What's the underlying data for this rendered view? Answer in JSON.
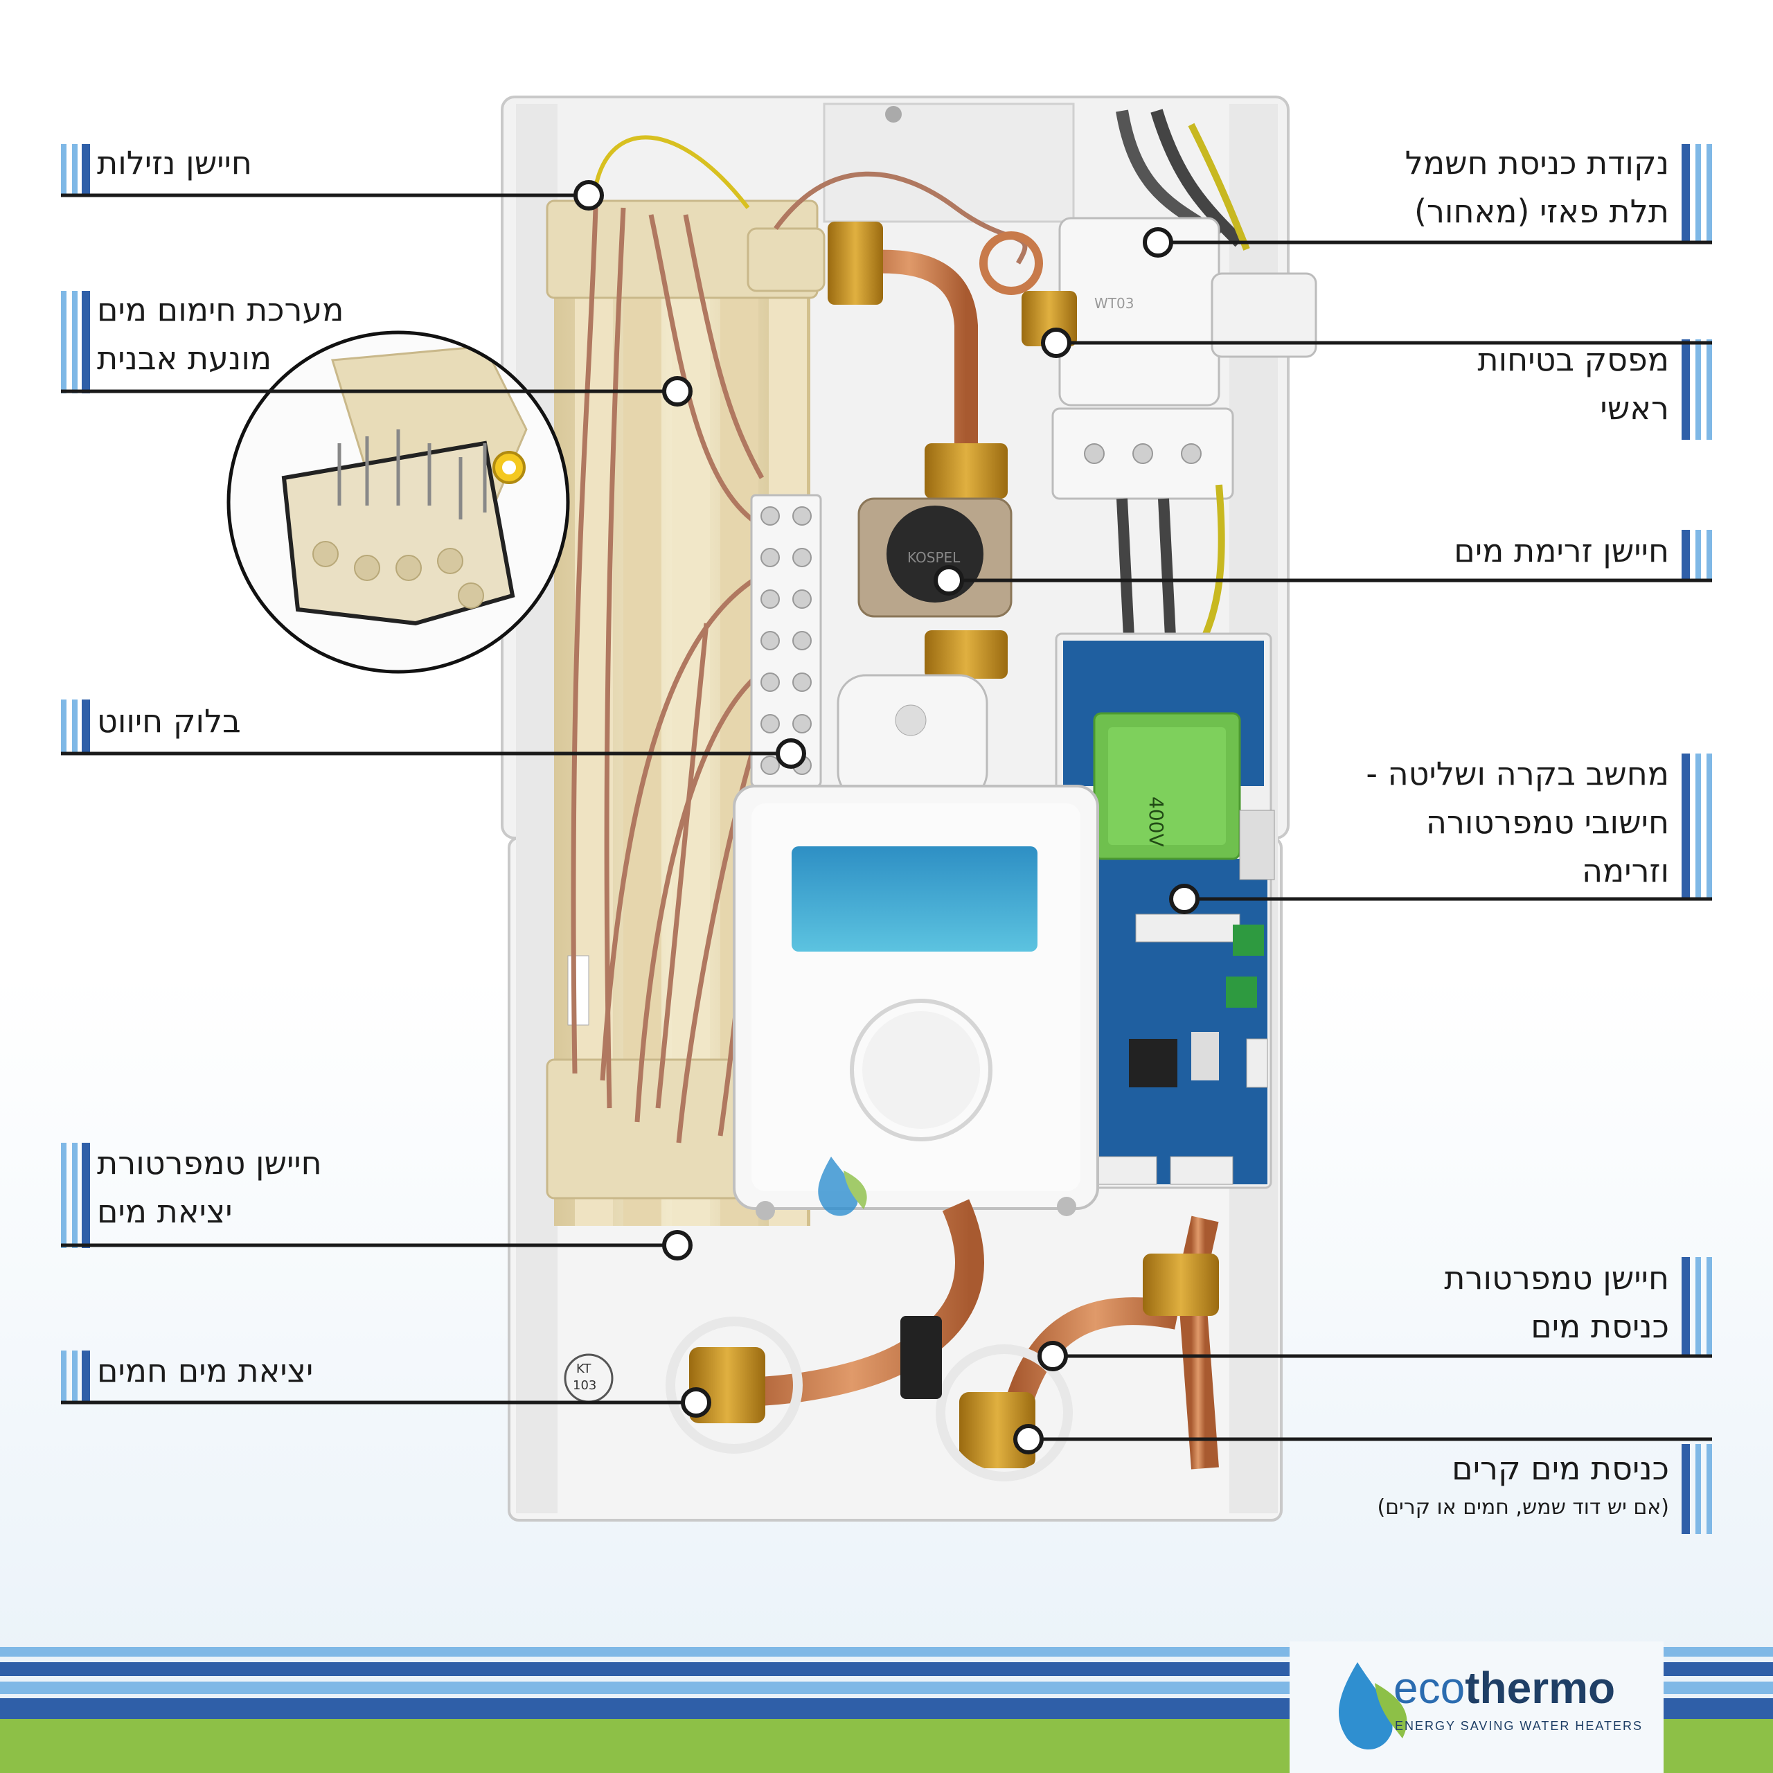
{
  "labels": {
    "leak_sensor": "חיישן נזילות",
    "heating_system_1": "מערכת חימום מים",
    "heating_system_2": "מונעת אבנית",
    "terminal_block": "בלוק חיווט",
    "outlet_temp_sensor_1": "חיישן טמפרטורת",
    "outlet_temp_sensor_2": "יציאת מים",
    "hot_water_outlet": "יציאת מים חמים",
    "power_entry_1": "נקודת כניסת חשמל",
    "power_entry_2": "תלת פאזי (מאחור)",
    "main_breaker_1": "מפסק בטיחות",
    "main_breaker_2": "ראשי",
    "flow_sensor": "חיישן זרימת מים",
    "control_computer_1": "מחשב בקרה ושליטה -",
    "control_computer_2": "חישובי טמפרטורה",
    "control_computer_3": "וזרימה",
    "inlet_temp_sensor_1": "חיישן טמפרטורת",
    "inlet_temp_sensor_2": "כניסת מים",
    "cold_water_inlet": "כניסת מים קרים",
    "cold_water_inlet_note": "(אם יש דוד שמש, חמים או קרים)"
  },
  "device_markings": {
    "brand_plate": "KOSPEL",
    "breaker_model": "WT03",
    "transformer": "400V",
    "cert_mark_1": "KT",
    "cert_mark_2": "103"
  },
  "logo": {
    "eco": "eco",
    "thermo": "thermo",
    "tagline": "ENERGY SAVING WATER HEATERS"
  },
  "colors": {
    "accent_blue": "#2f5fa8",
    "light_blue": "#7fb8e6",
    "green": "#8dc047",
    "copper": "#c87a4a",
    "pcb_blue": "#1f5fa0"
  }
}
